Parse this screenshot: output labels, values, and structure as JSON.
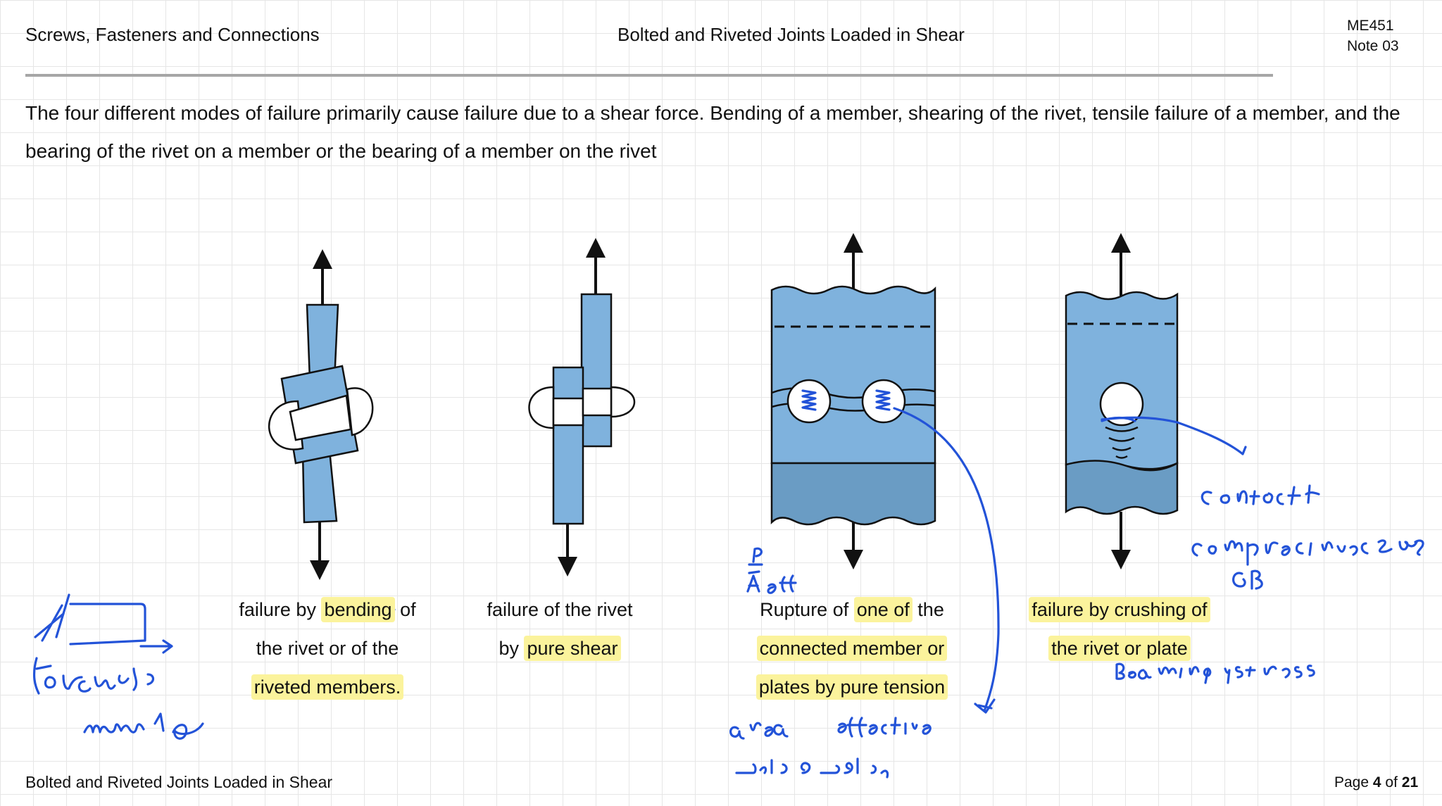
{
  "header": {
    "left": "Screws, Fasteners and Connections",
    "center": "Bolted and Riveted Joints Loaded in Shear",
    "course": "ME451",
    "note": "Note 03"
  },
  "intro": "The four different modes of failure primarily cause failure due to a shear force. Bending of a member, shearing of the rivet, tensile failure of a member, and the bearing of the rivet on a member or the bearing of a member on the rivet",
  "captions": [
    {
      "l1a": "failure by ",
      "l1b": "bending",
      "l1c": " of",
      "l2": "the rivet or of the",
      "l3": "riveted members."
    },
    {
      "l1": "failure of the rivet",
      "l2a": "by ",
      "l2b": "pure shear"
    },
    {
      "l1a": "Rupture of ",
      "l1b": "one of",
      "l1c": " the",
      "l2": "connected member or",
      "l3": "plates by pure tension"
    },
    {
      "l1": "failure by crushing of",
      "l2": "the rivet or plate"
    }
  ],
  "footer": {
    "left": "Bolted and Riveted Joints Loaded in Shear",
    "page_word": "Page",
    "page_num": "4",
    "of_word": "of",
    "page_total": "21"
  },
  "colors": {
    "member_fill": "#7fb2dd",
    "member_dark": "#6a9cc4",
    "highlight": "#fbf39c",
    "ink": "#2353d8"
  }
}
